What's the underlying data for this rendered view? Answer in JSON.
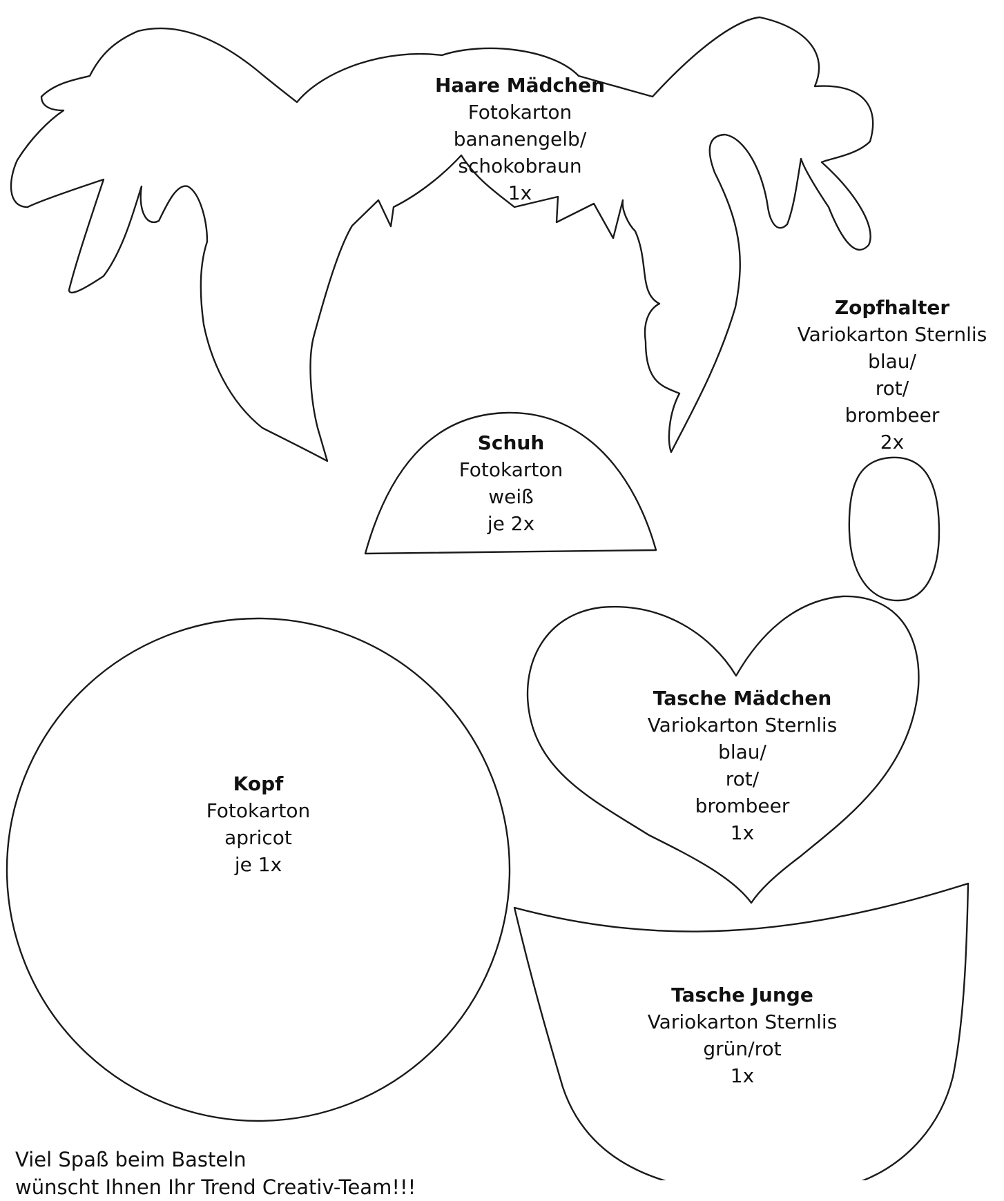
{
  "pieces": {
    "haare": {
      "title": "Haare Mädchen",
      "lines": [
        "Fotokarton",
        "bananengelb/",
        "schokobraun",
        "1x"
      ]
    },
    "zopfhalter": {
      "title": "Zopfhalter",
      "lines": [
        "Variokarton Sternlis",
        "blau/",
        "rot/",
        "brombeer",
        "2x"
      ]
    },
    "schuh": {
      "title": "Schuh",
      "lines": [
        "Fotokarton",
        "weiß",
        "je 2x"
      ]
    },
    "kopf": {
      "title": "Kopf",
      "lines": [
        "Fotokarton",
        "apricot",
        "je 1x"
      ]
    },
    "tasche_maedchen": {
      "title": "Tasche Mädchen",
      "lines": [
        "Variokarton Sternlis",
        "blau/",
        "rot/",
        "brombeer",
        "1x"
      ]
    },
    "tasche_junge": {
      "title": "Tasche Junge",
      "lines": [
        "Variokarton Sternlis",
        "grün/rot",
        "1x"
      ]
    }
  },
  "footer": {
    "line1": "Viel Spaß beim Basteln",
    "line2": "wünscht Ihnen Ihr Trend Creativ-Team!!!"
  },
  "colors": {
    "line": "#1a1a1a",
    "background": "#ffffff"
  }
}
